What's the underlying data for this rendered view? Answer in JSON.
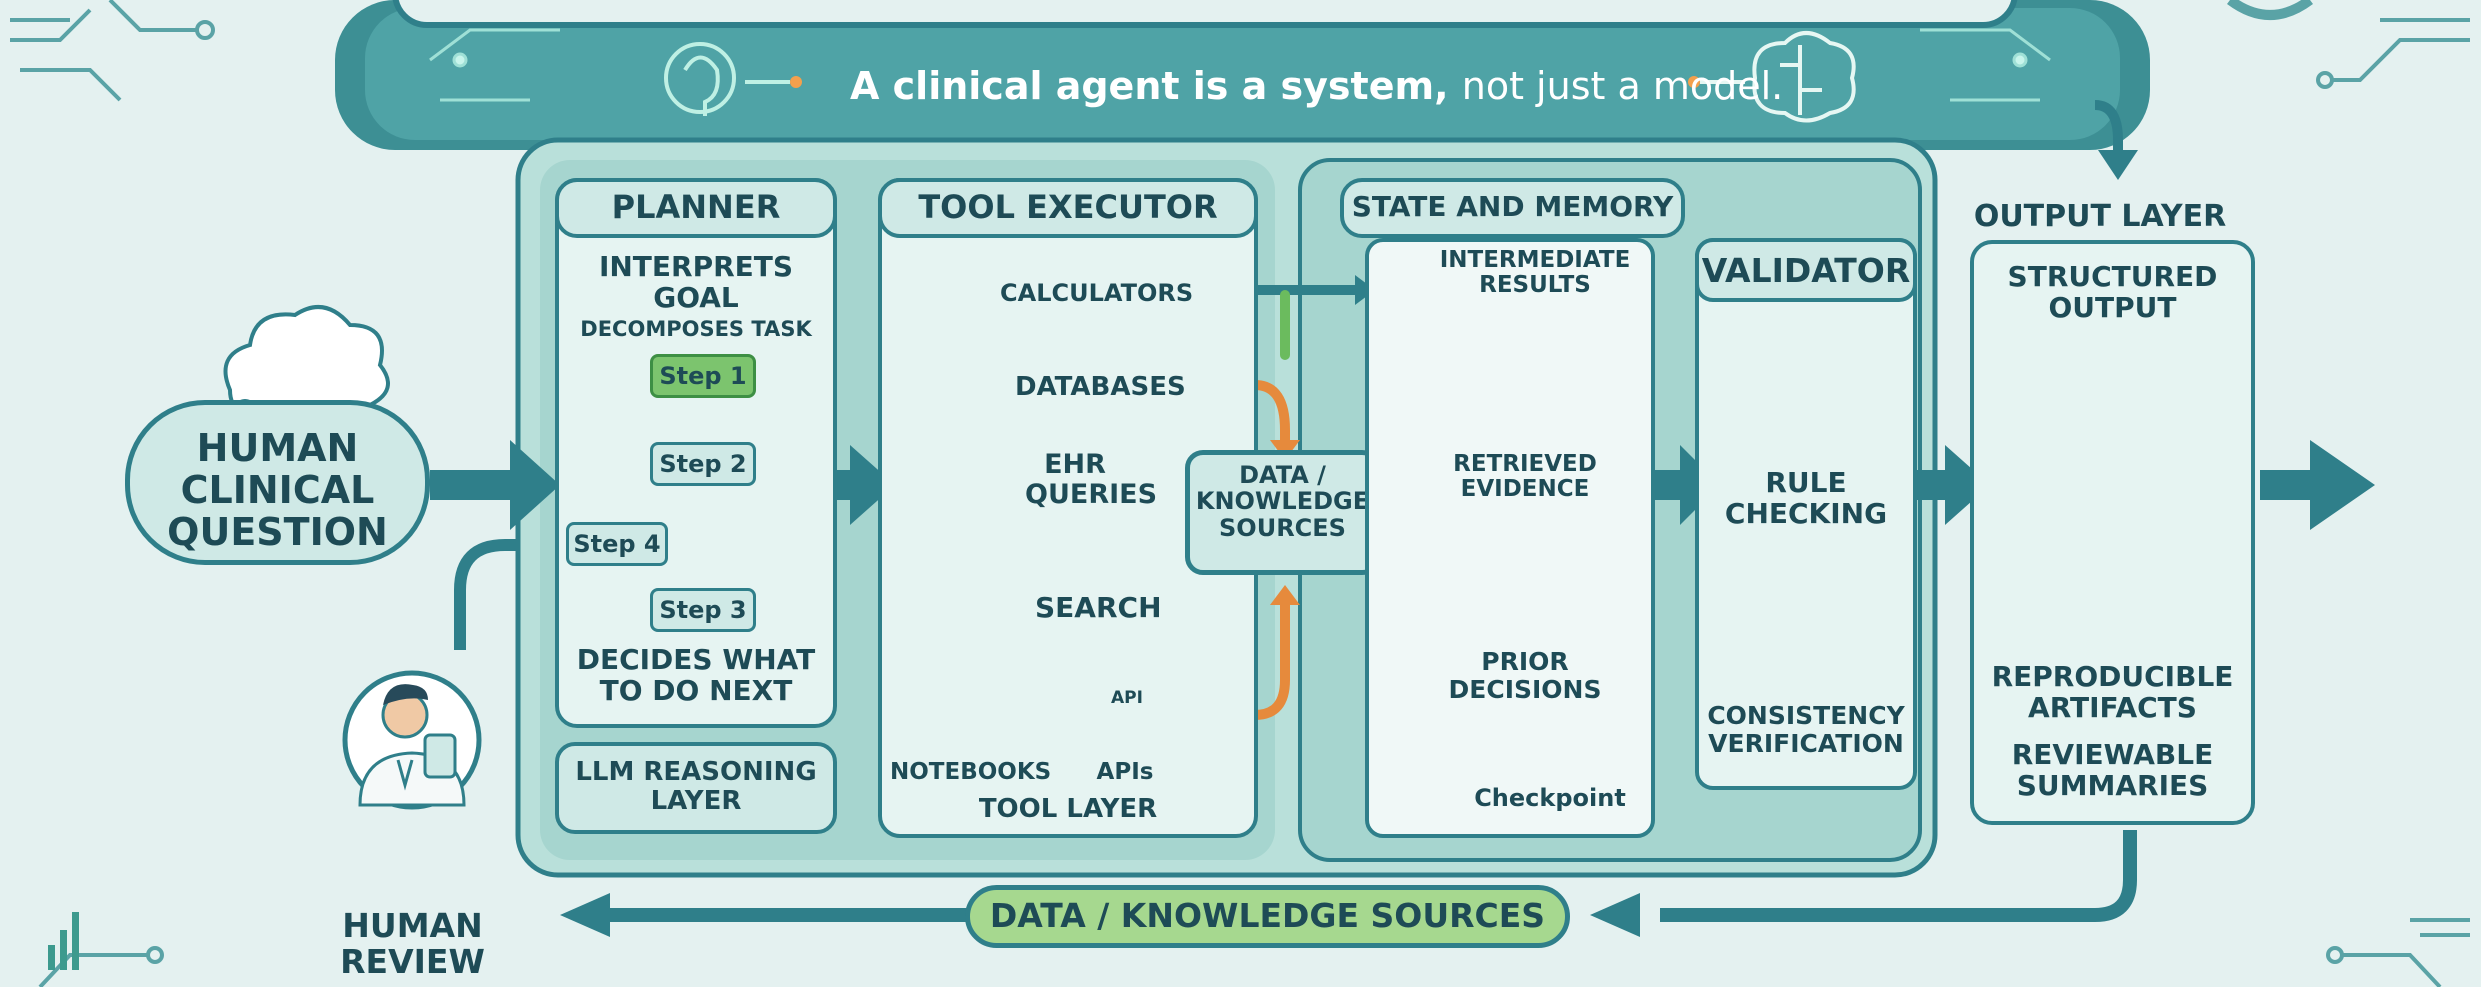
{
  "banner": {
    "bold": "A clinical agent is a system,",
    "rest": "not just a model."
  },
  "input": {
    "line1": "HUMAN",
    "line2": "CLINICAL",
    "line3": "QUESTION"
  },
  "review": {
    "line1": "HUMAN",
    "line2": "REVIEW"
  },
  "planner": {
    "title": "PLANNER",
    "interprets1": "INTERPRETS",
    "interprets2": "GOAL",
    "decomposes": "DECOMPOSES TASK",
    "steps": [
      "Step 1",
      "Step 2",
      "Step 3",
      "Step 4"
    ],
    "decides1": "DECIDES WHAT",
    "decides2": "TO DO NEXT",
    "layer1": "LLM REASONING",
    "layer2": "LAYER"
  },
  "tools": {
    "title": "TOOL EXECUTOR",
    "calculators": "CALCULATORS",
    "databases": "DATABASES",
    "ehr1": "EHR",
    "ehr2": "QUERIES",
    "search": "SEARCH",
    "notebooks": "NOTEBOOKS",
    "apis": "APIs",
    "api_badge": "API",
    "layer": "TOOL LAYER"
  },
  "sources_box": {
    "line1": "DATA /",
    "line2": "KNOWLEDGE",
    "line3": "SOURCES"
  },
  "memory": {
    "title": "STATE AND MEMORY",
    "inter1": "INTERMEDIATE",
    "inter2": "RESULTS",
    "retr1": "RETRIEVED",
    "retr2": "EVIDENCE",
    "prior1": "PRIOR",
    "prior2": "DECISIONS",
    "checkpoint": "Checkpoint"
  },
  "validator": {
    "title": "VALIDATOR",
    "rule1": "RULE",
    "rule2": "CHECKING",
    "cons1": "CONSISTENCY",
    "cons2": "VERIFICATION"
  },
  "output": {
    "title": "OUTPUT LAYER",
    "struct1": "STRUCTURED",
    "struct2": "OUTPUT",
    "repro1": "REPRODUCIBLE",
    "repro2": "ARTIFACTS",
    "review1": "REVIEWABLE",
    "review2": "SUMMARIES"
  },
  "bottom_label": "DATA / KNOWLEDGE SOURCES",
  "colors": {
    "teal": "#2f7f8a",
    "panel": "#a8d6d0",
    "light": "#e6f4f2",
    "green": "#6bbb5e",
    "orange": "#e68a3c",
    "banner": "#3d8f94"
  }
}
